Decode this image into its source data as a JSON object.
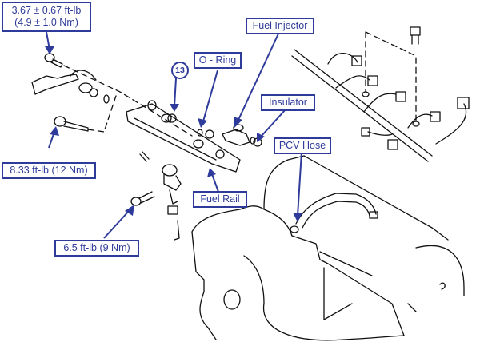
{
  "diagram": {
    "subject": "Fuel rail, injector, and intake manifold exploded view",
    "accent_color": "#2f3b9a",
    "callouts": {
      "torque_top": {
        "line1": "3.67 ± 0.67 ft-lb",
        "line2": "(4.9 ± 1.0 Nm)"
      },
      "torque_mid": "8.33 ft-lb (12 Nm)",
      "torque_low": "6.5 ft-lb (9 Nm)",
      "o_ring": "O - Ring",
      "fuel_injector": "Fuel Injector",
      "insulator": "Insulator",
      "pcv_hose": "PCV Hose",
      "fuel_rail": "Fuel Rail",
      "item_number": "13"
    },
    "components": [
      "bolt-top",
      "fuel-feed-pipe",
      "fuel-rail",
      "fuel-pressure-regulator",
      "o-ring",
      "fuel-injector",
      "insulator",
      "bolt-mid",
      "bolt-low",
      "wiring-harness",
      "intake-manifold",
      "pcv-hose"
    ]
  }
}
